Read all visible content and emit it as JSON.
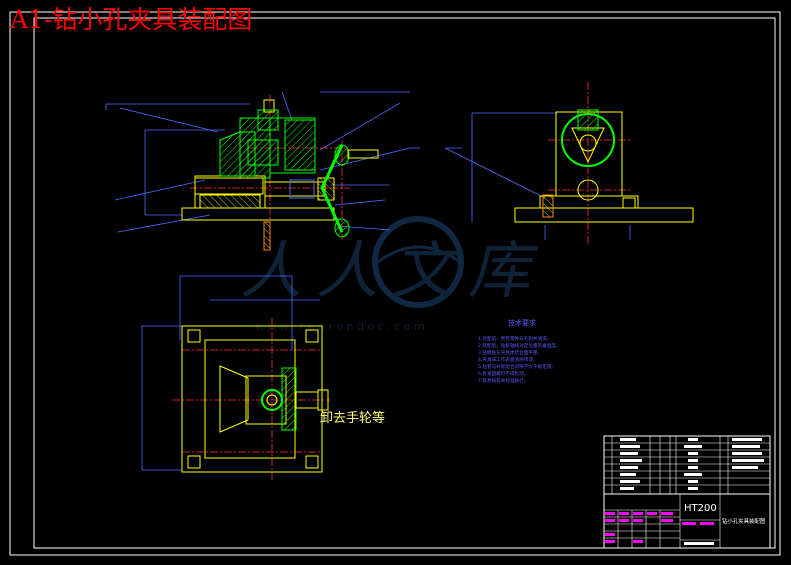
{
  "drawing": {
    "title": "A1-钻小孔夹具装配图",
    "plan_note": "卸去手轮等",
    "watermark": {
      "logo_text": "人人文库",
      "url": "w w w . r e n r e n d o c . c o m"
    },
    "tech_req": {
      "heading": "技术要求",
      "lines": [
        "1.装配前，所有零件去毛刺并清洗。",
        "2.装配后，钻套轴线对定位面的垂直度。",
        "3.钻模板与夹具体结合面平整。",
        "4.夹具非工作表面涂防锈漆。",
        "5.钻套与衬套配合间隙不大于规定值。",
        "6.各紧固螺钉不得松动。",
        "7.其余按有关标准执行。"
      ]
    },
    "title_block": {
      "material": "HT200",
      "drawing_name": "钻小孔夹具装配图"
    }
  },
  "colors": {
    "background": "#000000",
    "frame": "#ffffff",
    "title": "#ff0000",
    "outline": "#ffff00",
    "hatch": "#00ff00",
    "center": "#ff3030",
    "dimension": "#4a6cff",
    "note_blue": "#5a5aff",
    "magenta": "#ff00ff",
    "watermark": "#1e3a5a"
  }
}
